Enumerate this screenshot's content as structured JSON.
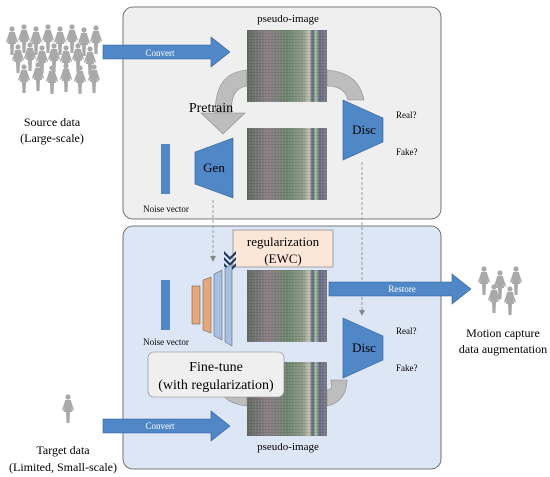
{
  "panels": {
    "pretrain": {
      "label": "Pretrain"
    },
    "finetune": {
      "label_line1": "Fine-tune",
      "label_line2": "(with regularization)"
    }
  },
  "source": {
    "label_line1": "Source data",
    "label_line2": "(Large-scale)",
    "arrow_label": "Convert"
  },
  "target": {
    "label_line1": "Target data",
    "label_line2": "(Limited, Small-scale)",
    "arrow_label": "Convert"
  },
  "top": {
    "pseudo_image_label": "pseudo-image",
    "generator_label": "Gen",
    "discriminator_label": "Disc",
    "noise_label": "Noise vector",
    "real_label": "Real?",
    "fake_label": "Fake?"
  },
  "bottom": {
    "regularization_line1": "regularization",
    "regularization_line2": "(EWC)",
    "noise_label": "Noise vector",
    "discriminator_label": "Disc",
    "real_label": "Real?",
    "fake_label": "Fake?",
    "pseudo_image_label": "pseudo-image",
    "restore_label": "Restore"
  },
  "output": {
    "label_line1": "Motion capture",
    "label_line2": "data augmentation"
  },
  "colors": {
    "top_panel_bg": "#efefef",
    "bottom_panel_bg": "#dde6f5",
    "accent_blue": "#4f87c7",
    "gen_layer_orange": "#e8a779",
    "gen_layer_blue": "#a6bfe3",
    "regularization_bg": "#fbe6d8",
    "chevron_dark": "#1f3864",
    "human_figure_gray": "#a9a9a9"
  },
  "icons": [
    "human-figure-icon",
    "arrow-right-icon",
    "curved-arrow-icon",
    "chevron-down-icon"
  ]
}
